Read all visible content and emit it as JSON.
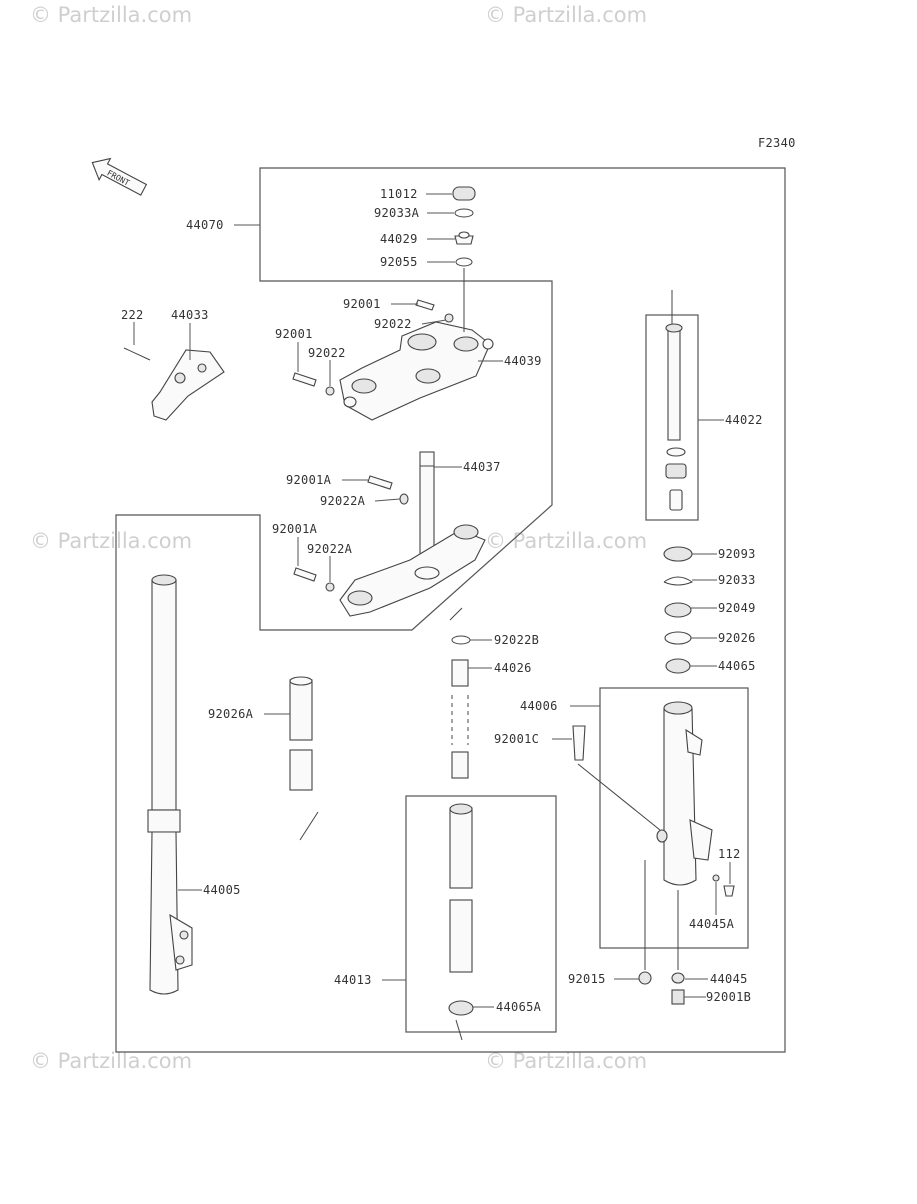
{
  "figure_code": "F2340",
  "front_badge": "FRONT",
  "watermark_text": "© Partzilla.com",
  "labels": {
    "p11012": "11012",
    "p92033A": "92033A",
    "p44029": "44029",
    "p92055": "92055",
    "p44070": "44070",
    "p92001_top": "92001",
    "p92022_top": "92022",
    "p92001_left": "92001",
    "p92022_left": "92022",
    "p44039": "44039",
    "p222": "222",
    "p44033": "44033",
    "p44022": "44022",
    "p44037": "44037",
    "p92001A_1": "92001A",
    "p92022A_1": "92022A",
    "p92001A_2": "92001A",
    "p92022A_2": "92022A",
    "p92093": "92093",
    "p92033": "92033",
    "p92049": "92049",
    "p92026": "92026",
    "p44065": "44065",
    "p92022B": "92022B",
    "p44026": "44026",
    "p92026A": "92026A",
    "p44006": "44006",
    "p92001C": "92001C",
    "p112": "112",
    "p44045A": "44045A",
    "p44005": "44005",
    "p44013": "44013",
    "p92015": "92015",
    "p44045": "44045",
    "p92001B": "92001B",
    "p44065A": "44065A"
  },
  "colors": {
    "line": "#444444",
    "label": "#333333",
    "watermark": "#cfcfcf"
  }
}
